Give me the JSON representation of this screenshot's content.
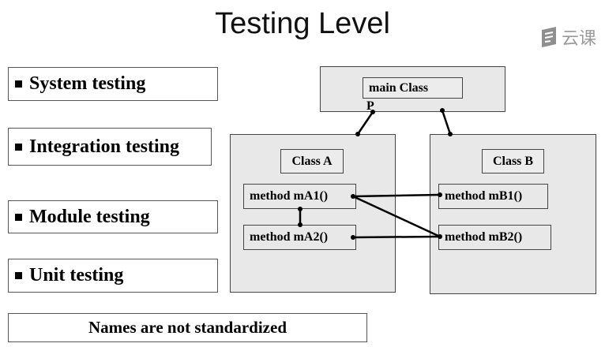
{
  "title": "Testing Level",
  "watermark": {
    "text": "云课",
    "icon": "cloud-classroom-logo-icon",
    "color": "#9a9a9a"
  },
  "levels": [
    {
      "label": "System testing"
    },
    {
      "label": "Integration testing"
    },
    {
      "label": "Module testing"
    },
    {
      "label": "Unit testing"
    }
  ],
  "note": "Names are not standardized",
  "diagram": {
    "main_class": {
      "label": "main Class",
      "suffix": "P"
    },
    "class_a": {
      "label": "Class A",
      "methods": [
        "method mA1()",
        "method mA2()"
      ]
    },
    "class_b": {
      "label": "Class B",
      "methods": [
        "method mB1()",
        "method mB2()"
      ]
    },
    "connections": [
      {
        "from": "main Class",
        "to": "Class A"
      },
      {
        "from": "main Class",
        "to": "Class B"
      },
      {
        "from": "method mA1()",
        "to": "method mB1()"
      },
      {
        "from": "method mA1()",
        "to": "method mB2()"
      },
      {
        "from": "method mA2()",
        "to": "method mB2()"
      },
      {
        "from": "method mA1()",
        "to": "method mA2()"
      }
    ],
    "colors": {
      "panel": "#e8e8e8",
      "border": "#444444",
      "line": "#000000"
    }
  }
}
